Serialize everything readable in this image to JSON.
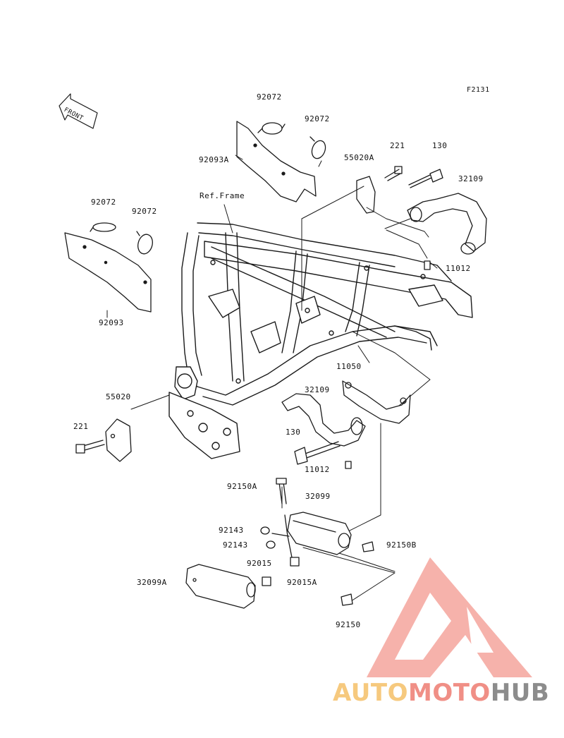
{
  "figure_code": "F2131",
  "front_badge": "FRONT",
  "reference": "Ref.Frame",
  "parts": {
    "p_92072_a": "92072",
    "p_92072_b": "92072",
    "p_92093A": "92093A",
    "p_55020A": "55020A",
    "p_221_a": "221",
    "p_130_a": "130",
    "p_32109_a": "32109",
    "p_92072_c": "92072",
    "p_92072_d": "92072",
    "p_92093": "92093",
    "p_11012_a": "11012",
    "p_11050": "11050",
    "p_32109_b": "32109",
    "p_55020": "55020",
    "p_221_b": "221",
    "p_130_b": "130",
    "p_11012_b": "11012",
    "p_92150A": "92150A",
    "p_32099": "32099",
    "p_92143_a": "92143",
    "p_92143_b": "92143",
    "p_92150B": "92150B",
    "p_92015": "92015",
    "p_32099A": "32099A",
    "p_92015A": "92015A",
    "p_92150": "92150"
  },
  "watermark": {
    "part1": "AUTO",
    "part2": "MOTO",
    "part3": "HUB",
    "color_gold": "#f6c97e",
    "color_red": "#f08f86",
    "color_grey": "#8c8c8c"
  }
}
